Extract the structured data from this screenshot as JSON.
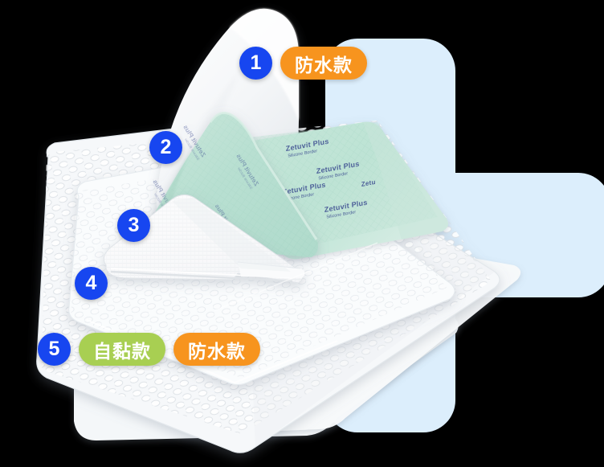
{
  "colors": {
    "blue_background": "#dceefc",
    "blue_badge": "#1746f0",
    "orange_pill": "#f7941e",
    "green_pill": "#a8cf52",
    "mint_fabric": "#b6ded0",
    "white_layer": "#f7f8f9",
    "print_text": "#3a4a8f"
  },
  "background": {
    "shape": "medical-cross",
    "color": "#dceefc"
  },
  "product": {
    "brand_print": "Zetuvit Plus",
    "brand_sub_print": "Silicone Border",
    "description": "layered-wound-dressing-cutaway"
  },
  "callouts": [
    {
      "number": "1",
      "tags": [
        {
          "label": "防水款",
          "style": "orange"
        }
      ]
    },
    {
      "number": "2",
      "tags": []
    },
    {
      "number": "3",
      "tags": []
    },
    {
      "number": "4",
      "tags": []
    },
    {
      "number": "5",
      "tags": [
        {
          "label": "自黏款",
          "style": "green"
        },
        {
          "label": "防水款",
          "style": "orange"
        }
      ]
    }
  ]
}
